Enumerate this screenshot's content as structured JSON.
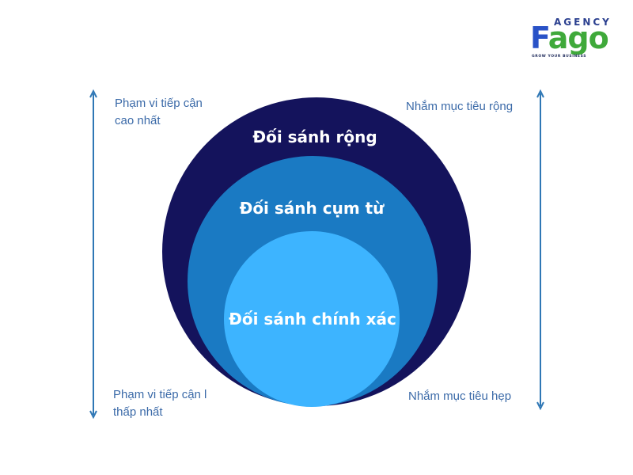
{
  "logo": {
    "agency": "AGENCY",
    "brand_first": "F",
    "brand_rest": "ago",
    "tagline": "GROW YOUR BUSINESS",
    "colors": {
      "agency": "#2a3f8f",
      "f": "#2952c7",
      "ago": "#3fa93a"
    }
  },
  "left_axis": {
    "top_line1": "Phạm vi tiếp cận",
    "top_line2": "cao nhất",
    "bottom_line1": "Phạm vi tiếp cận l",
    "bottom_line2": "thấp nhất"
  },
  "right_axis": {
    "top": "Nhắm mục tiêu rộng",
    "bottom": "Nhắm mục tiêu hẹp"
  },
  "circles": {
    "outer": {
      "label": "Đối sánh rộng",
      "color": "#14135c"
    },
    "middle": {
      "label": "Đối sánh cụm từ",
      "color": "#1a7ac3"
    },
    "inner": {
      "label": "Đối sánh chính xác",
      "color": "#3db4ff"
    }
  },
  "colors": {
    "arrow": "#2f77b5",
    "side_text": "#3b6aa8"
  }
}
